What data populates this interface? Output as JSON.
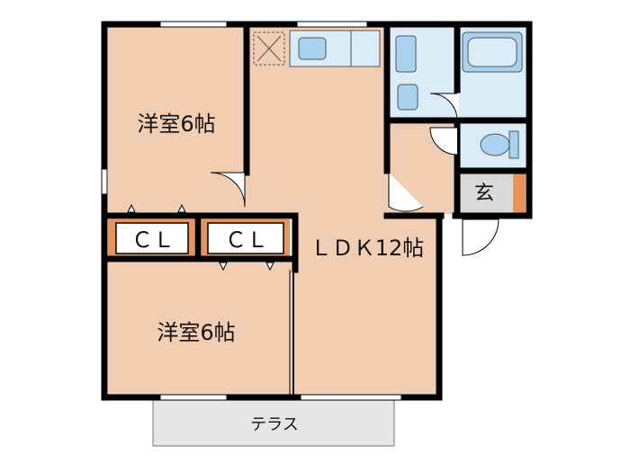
{
  "rooms": {
    "western_room_top": "洋室6帖",
    "western_room_bottom": "洋室6帖",
    "ldk": "ＬＤＫ12帖",
    "closet_left": "ＣＬ",
    "closet_right": "ＣＬ",
    "entrance": "玄",
    "terrace": "テラス"
  },
  "colors": {
    "room_floor": "#f1cdb1",
    "wet_area": "#d9ecf8",
    "closet": "#e8945a",
    "entrance_floor": "#d9d9d9",
    "terrace": "#e6e6e6",
    "wall": "#000000"
  }
}
